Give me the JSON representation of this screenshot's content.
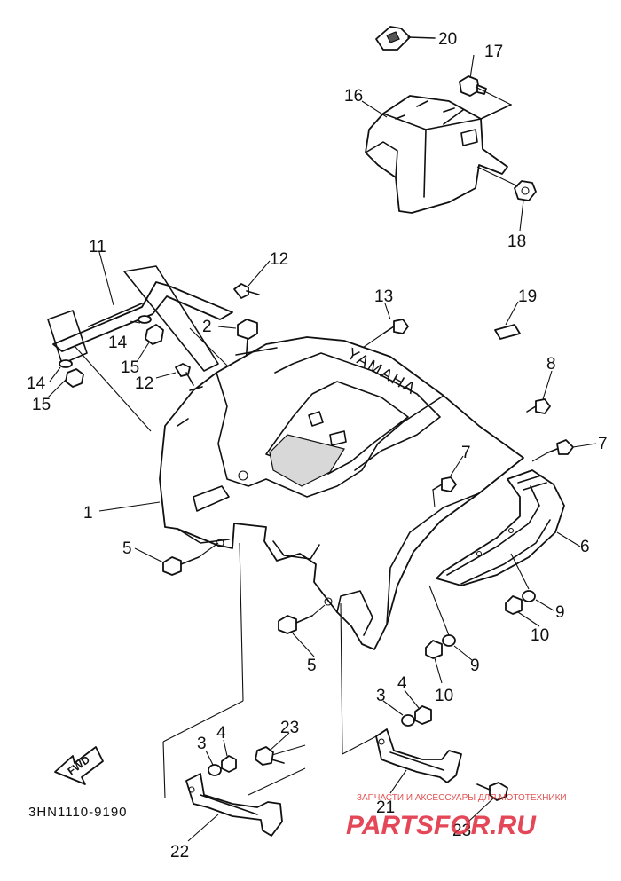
{
  "callouts": [
    "20",
    "17",
    "16",
    "18",
    "11",
    "12",
    "2",
    "14",
    "15",
    "12",
    "14",
    "15",
    "13",
    "19",
    "8",
    "7",
    "7",
    "1",
    "5",
    "6",
    "9",
    "10",
    "9",
    "10",
    "5",
    "3",
    "4",
    "23",
    "3",
    "4",
    "21",
    "22",
    "23"
  ],
  "fwd_label": "FWD",
  "diagram_code": "3HN1110-9190",
  "logo_text": "YAMAHA",
  "watermark": {
    "line1": "ЗАПЧАСТИ И АКСЕССУАРЫ ДЛЯ МОТОТЕХНИКИ",
    "line2": "PARTSFOR.RU",
    "color": "#e0283a"
  }
}
